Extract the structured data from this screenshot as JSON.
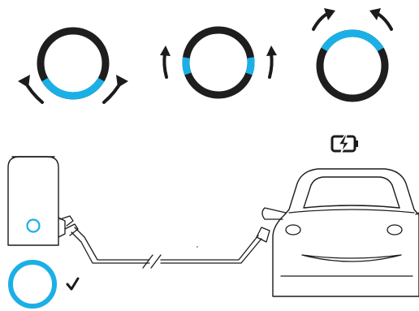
{
  "colors": {
    "ink": "#1b1b1b",
    "ring_dark": "#1e1e1e",
    "accent": "#1ab0e6",
    "background": "#ffffff"
  },
  "ring_states": [
    {
      "name": "bottom",
      "lit_segment": "bottom",
      "arrow_icons": [
        "curved-arrow-up-left-icon",
        "curved-arrow-up-right-icon"
      ]
    },
    {
      "name": "sides",
      "lit_segment": "left-and-right",
      "arrow_icons": [
        "arrow-up-icon",
        "arrow-up-icon"
      ]
    },
    {
      "name": "top",
      "lit_segment": "top",
      "arrow_icons": [
        "curved-arrow-up-left-icon",
        "curved-arrow-up-right-icon"
      ]
    }
  ],
  "charging_scene": {
    "wallbox": {
      "status_led": "blue-ring"
    },
    "car": {
      "status_icon": "battery-charging-icon"
    },
    "cable": {
      "break_mark": "double-slash"
    }
  },
  "status_ring": {
    "color": "accent",
    "confirmation_icon": "checkmark-icon"
  }
}
